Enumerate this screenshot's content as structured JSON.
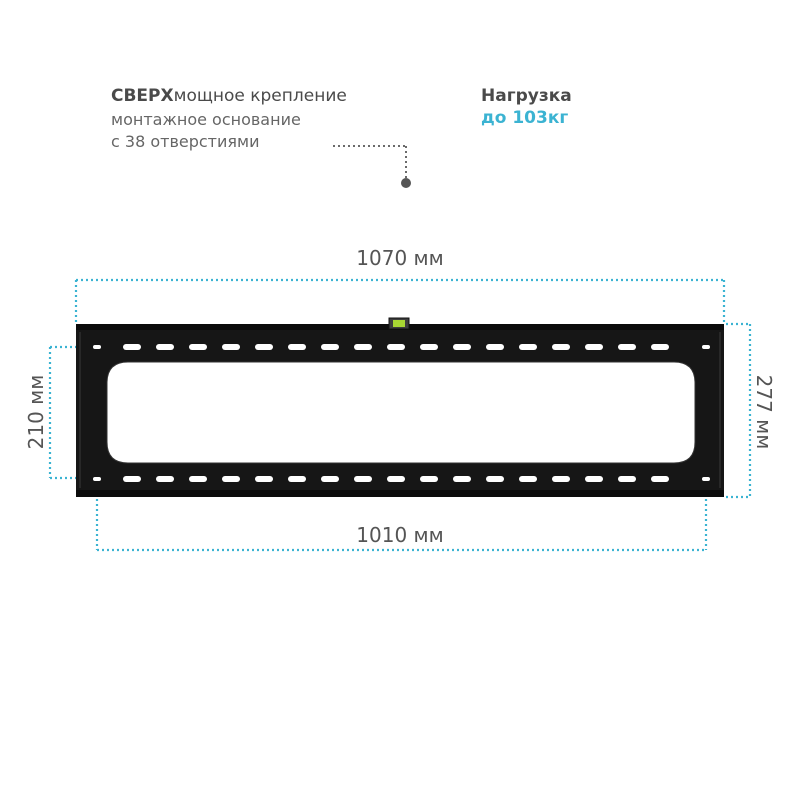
{
  "feature": {
    "headline_bold": "СВЕРХ",
    "headline_rest": "мощное крепление",
    "line2": "монтажное основание",
    "line3": "с 38 отверстиями"
  },
  "load": {
    "label": "Нагрузка",
    "value": "до 103кг"
  },
  "dimensions": {
    "outer_width": "1070 мм",
    "hole_width": "1010 мм",
    "hole_height": "210 мм",
    "outer_height": "277 мм"
  },
  "colors": {
    "accent": "#3bb3d2",
    "bracket": "#161616",
    "text": "#4a4a4a"
  }
}
